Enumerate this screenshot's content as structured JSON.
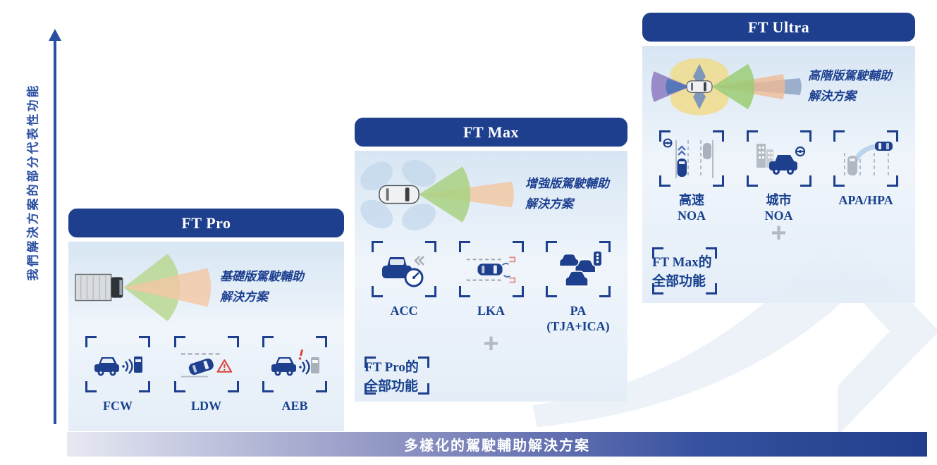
{
  "axis": {
    "label": "我們解決方案的部分代表性功能"
  },
  "cards": [
    {
      "title": "FT Pro",
      "description": [
        "基礎版駕駛輔助",
        "解決方案"
      ],
      "sensor_icon": "truck-front-sensor-cones-icon",
      "features": [
        {
          "label": "FCW",
          "icon": "fcw-forward-collision-warning-icon"
        },
        {
          "label": "LDW",
          "icon": "ldw-lane-departure-warning-icon"
        },
        {
          "label": "AEB",
          "icon": "aeb-automatic-emergency-braking-icon"
        }
      ]
    },
    {
      "title": "FT Max",
      "description": [
        "增強版駕駛輔助",
        "解決方案"
      ],
      "sensor_icon": "car-corner-radar-cones-icon",
      "features": [
        {
          "label": "ACC",
          "icon": "acc-adaptive-cruise-icon"
        },
        {
          "label": "LKA",
          "icon": "lka-lane-keep-assist-icon"
        },
        {
          "label": "PA",
          "label2": "(TJA+ICA)",
          "icon": "pa-traffic-jam-assist-icon"
        }
      ],
      "plus": "+",
      "inherit": "FT Pro的全部功能"
    },
    {
      "title": "FT Ultra",
      "description": [
        "高階版駕駛輔助",
        "解決方案"
      ],
      "sensor_icon": "car-360-multi-sensor-icon",
      "features": [
        {
          "label": "高速",
          "label2": "NOA",
          "icon": "highway-noa-icon"
        },
        {
          "label": "城市",
          "label2": "NOA",
          "icon": "city-noa-icon"
        },
        {
          "label": "APA/HPA",
          "icon": "apa-hpa-auto-parking-icon"
        }
      ],
      "plus": "+",
      "inherit": "FT Max的全部功能"
    }
  ],
  "bottom_banner": {
    "text": "多樣化的駕駛輔助解決方案"
  },
  "colors": {
    "header_navy": "#1d3f8e",
    "text_navy": "#17418f",
    "axis_blue": "#2a4fa2",
    "banner_gradient_start": "#e7e9f3",
    "banner_gradient_end": "#223e8c",
    "cone_green": "#aed285",
    "cone_orange": "#f5c9a5",
    "cone_purple": "#8d7abf",
    "cone_slate": "#7e95ba",
    "petal_blue": "#c3d8ec",
    "blob_yellow": "#f4da79",
    "warning_red": "#d8453e"
  }
}
